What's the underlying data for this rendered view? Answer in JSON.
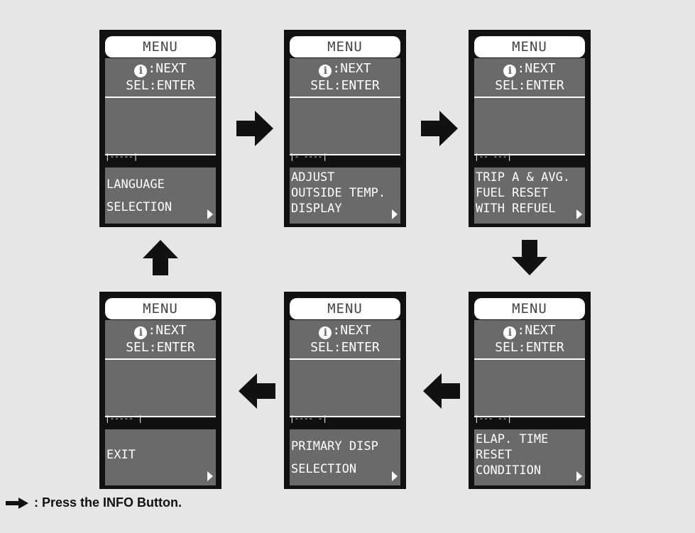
{
  "screens": [
    {
      "title": "MENU",
      "info_line": ":NEXT",
      "sel_line": "SEL:ENTER",
      "ticks": "|-----|",
      "lines": [
        "LANGUAGE",
        "SELECTION"
      ]
    },
    {
      "title": "MENU",
      "info_line": ":NEXT",
      "sel_line": "SEL:ENTER",
      "ticks": "|- ----|",
      "lines": [
        "ADJUST",
        "OUTSIDE TEMP.",
        "DISPLAY"
      ]
    },
    {
      "title": "MENU",
      "info_line": ":NEXT",
      "sel_line": "SEL:ENTER",
      "ticks": "|-- ---|",
      "lines": [
        "TRIP A & AVG.",
        "FUEL RESET",
        "WITH REFUEL"
      ]
    },
    {
      "title": "MENU",
      "info_line": ":NEXT",
      "sel_line": "SEL:ENTER",
      "ticks": "|--- --|",
      "lines": [
        "ELAP. TIME",
        "RESET",
        "CONDITION"
      ]
    },
    {
      "title": "MENU",
      "info_line": ":NEXT",
      "sel_line": "SEL:ENTER",
      "ticks": "|---- -|",
      "lines": [
        "PRIMARY DISP",
        "SELECTION"
      ]
    },
    {
      "title": "MENU",
      "info_line": ":NEXT",
      "sel_line": "SEL:ENTER",
      "ticks": "|----- |",
      "lines": [
        "EXIT"
      ]
    }
  ],
  "info_icon_glyph": "i",
  "legend": {
    "text": ": Press the INFO Button."
  },
  "colors": {
    "background": "#e6e6e6",
    "screen_frame": "#111111",
    "screen_panel": "#6a6a6a",
    "text": "#ffffff"
  }
}
